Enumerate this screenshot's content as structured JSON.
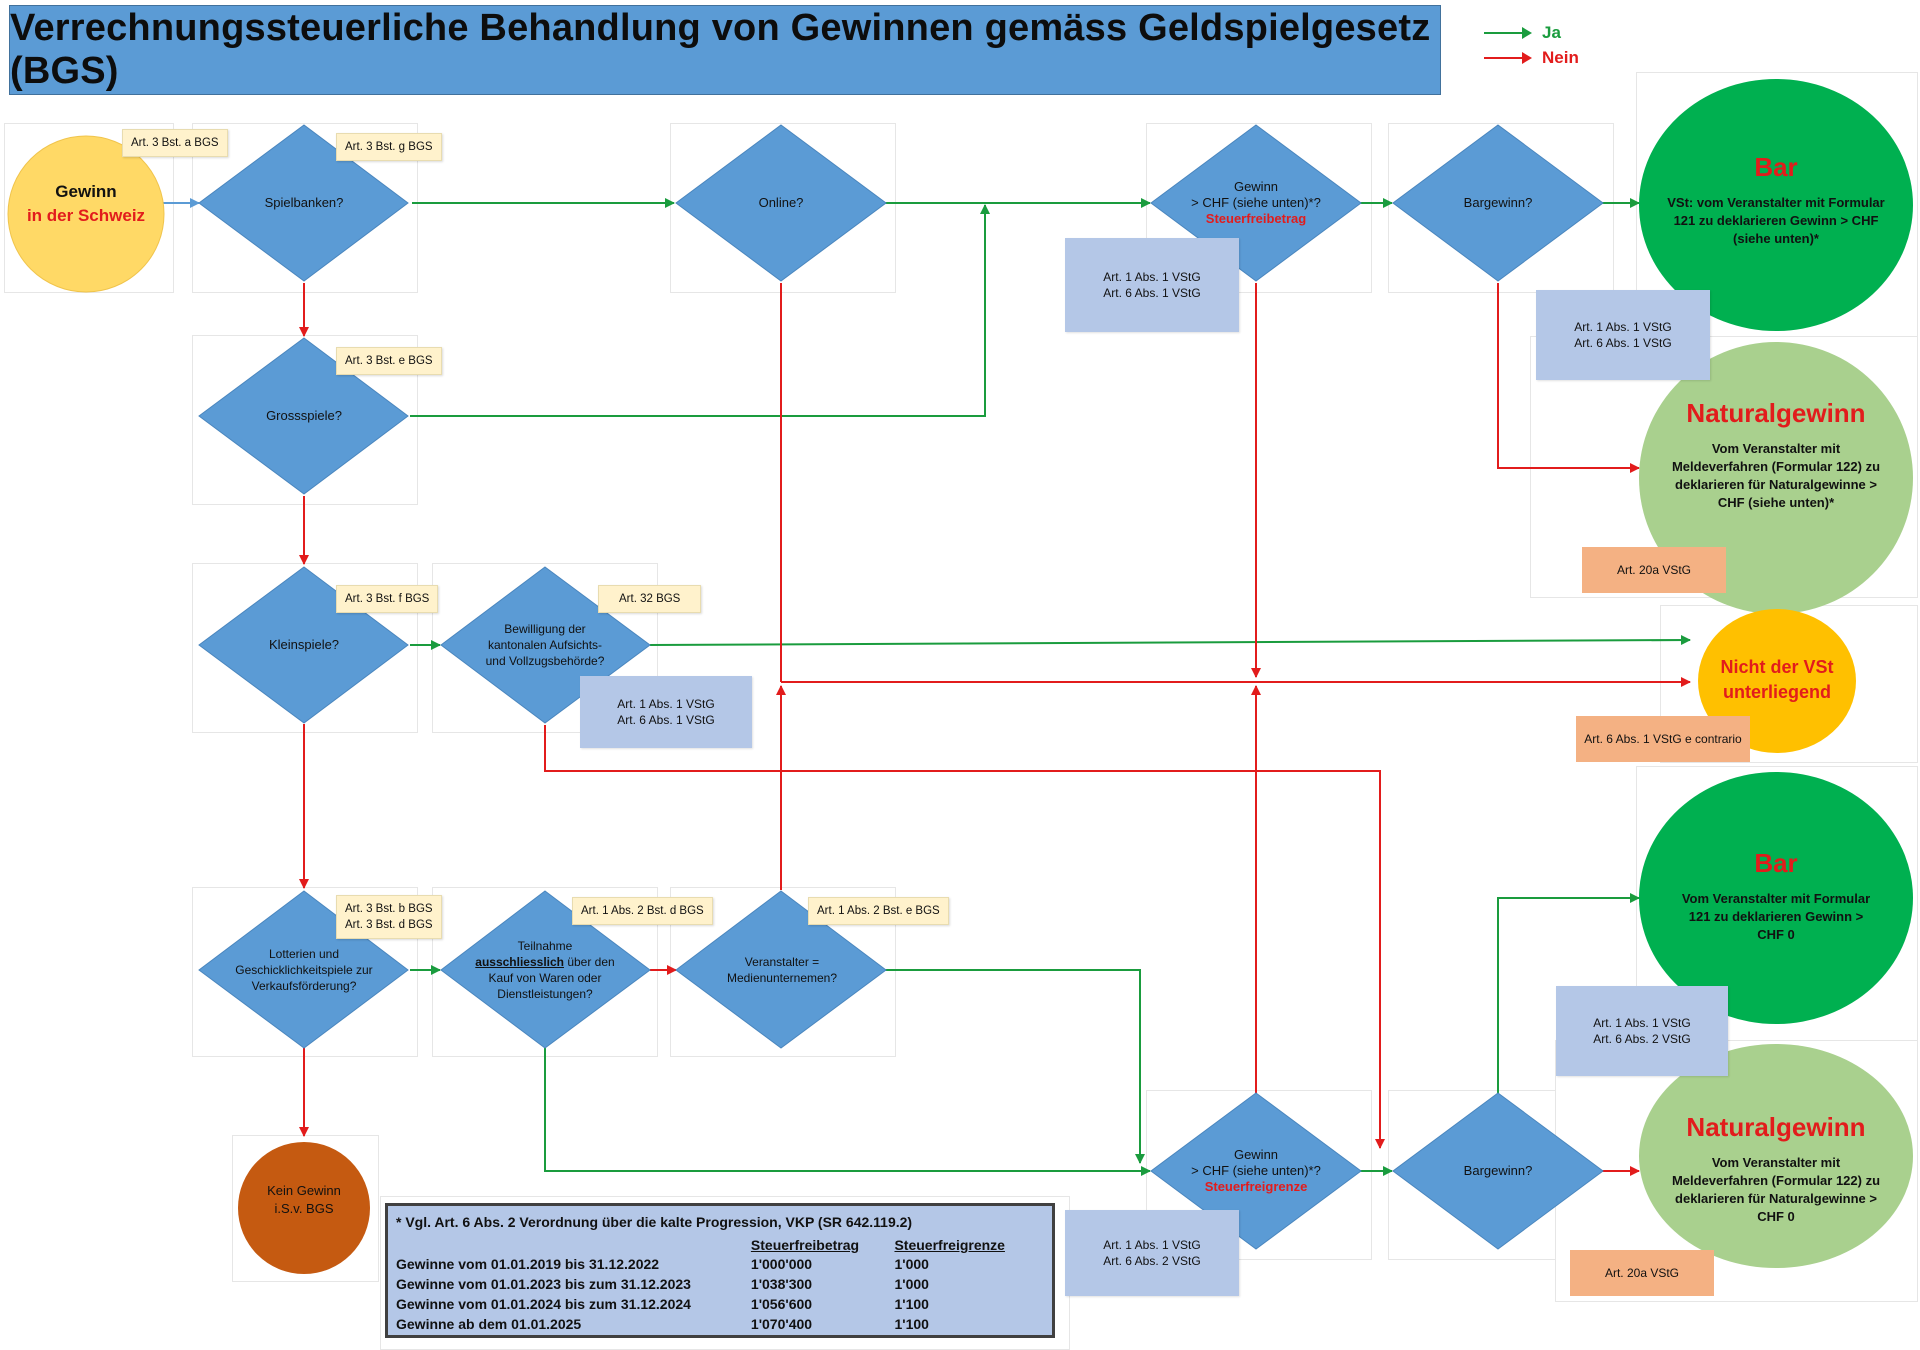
{
  "title": "Verrechnungssteuerliche Behandlung von Gewinnen gemäss Geldspielgesetz (BGS)",
  "legend": {
    "yes": {
      "label": "Ja",
      "color": "#1a9c3e"
    },
    "no": {
      "label": "Nein",
      "color": "#e21c1c"
    }
  },
  "start": {
    "line1": "Gewinn",
    "line2": "in der Schweiz",
    "tag": "Art. 3 Bst. a BGS"
  },
  "decisions": {
    "spielbanken": {
      "label": "Spielbanken?",
      "tag": "Art. 3 Bst. g BGS"
    },
    "online": {
      "label": "Online?"
    },
    "grossspiele": {
      "label": "Grossspiele?",
      "tag": "Art. 3 Bst. e BGS"
    },
    "kleinspiele": {
      "label": "Kleinspiele?",
      "tag": "Art. 3 Bst. f BGS"
    },
    "bewilligung": {
      "label": "Bewilligung der kantonalen Aufsichts- und Vollzugsbehörde?",
      "tag": "Art. 32 BGS"
    },
    "lotterien": {
      "label": "Lotterien und Geschicklichkeitspiele zur Verkaufsförderung?",
      "tag1": "Art. 3 Bst. b BGS",
      "tag2": "Art. 3 Bst. d BGS"
    },
    "teilnahme": {
      "pre": "Teilnahme ",
      "emph": "ausschliesslich",
      "post": " über den Kauf von Waren oder Dienstleistungen?",
      "tag": "Art. 1 Abs. 2 Bst. d BGS"
    },
    "medien": {
      "label": "Veranstalter = Medienunternemen?",
      "tag": "Art. 1 Abs. 2 Bst. e BGS"
    },
    "gewinn_top": {
      "line1": "Gewinn",
      "line2": "> CHF (siehe unten)*?",
      "line3": "Steuerfreibetrag"
    },
    "gewinn_bottom": {
      "line1": "Gewinn",
      "line2": "> CHF (siehe unten)*?",
      "line3": "Steuerfreigrenze"
    },
    "bargewinn_top": {
      "label": "Bargewinn?"
    },
    "bargewinn_bottom": {
      "label": "Bargewinn?"
    }
  },
  "refs": {
    "r1": {
      "l1": "Art. 1 Abs. 1 VStG",
      "l2": "Art. 6 Abs. 1 VStG"
    },
    "r2": {
      "l1": "Art. 1 Abs. 1 VStG",
      "l2": "Art. 6 Abs. 1 VStG"
    },
    "r3": {
      "l1": "Art. 1 Abs. 1 VStG",
      "l2": "Art. 6 Abs. 1 VStG"
    },
    "r4": {
      "l1": "Art. 1 Abs. 1 VStG",
      "l2": "Art. 6 Abs. 2 VStG"
    },
    "r5": {
      "l1": "Art. 1 Abs. 1 VStG",
      "l2": "Art. 6 Abs. 2 VStG"
    },
    "o1": "Art. 20a VStG",
    "o2": "Art. 6 Abs. 1 VStG e contrario",
    "o3": "Art. 20a VStG"
  },
  "outcomes": {
    "bar_top": {
      "head": "Bar",
      "body": "VSt: vom Veranstalter mit Formular 121 zu deklarieren Gewinn > CHF (siehe unten)*"
    },
    "natural_top": {
      "head": "Naturalgewinn",
      "body": "Vom Veranstalter mit Meldeverfahren (Formular 122) zu deklarieren für Naturalgewinne > CHF (siehe unten)*"
    },
    "nicht": {
      "line1": "Nicht der VSt",
      "line2": "unterliegend"
    },
    "bar_bottom": {
      "head": "Bar",
      "body": "Vom Veranstalter mit Formular 121 zu deklarieren Gewinn > CHF 0"
    },
    "natural_bottom": {
      "head": "Naturalgewinn",
      "body": "Vom Veranstalter mit Meldeverfahren (Formular 122) zu deklarieren für Naturalgewinne > CHF 0"
    },
    "kein": {
      "line1": "Kein Gewinn",
      "line2": "i.S.v. BGS"
    }
  },
  "note": {
    "heading": "* Vgl. Art. 6 Abs. 2 Verordnung über die kalte Progression, VKP (SR 642.119.2)",
    "col_freibetrag": "Steuerfreibetrag",
    "col_freigrenze": "Steuerfreigrenze",
    "rows": [
      {
        "period": "Gewinne vom 01.01.2019 bis 31.12.2022",
        "freibetrag": "1'000'000",
        "freigrenze": "1'000"
      },
      {
        "period": "Gewinne vom 01.01.2023 bis zum 31.12.2023",
        "freibetrag": "1'038'300",
        "freigrenze": "1'000"
      },
      {
        "period": "Gewinne vom 01.01.2024 bis zum 31.12.2024",
        "freibetrag": "1'056'600",
        "freigrenze": "1'100"
      },
      {
        "period": "Gewinne ab dem 01.01.2025",
        "freibetrag": "1'070'400",
        "freigrenze": "1'100"
      }
    ]
  },
  "colors": {
    "diamond": "#5b9bd5",
    "start_circle": "#ffd966",
    "bar_green": "#00b050",
    "natural_green": "#a9d08e",
    "nicht_yellow": "#ffc000",
    "kein_brown": "#c55a11",
    "tag_bg": "#fff2cc",
    "ref_blue": "#b4c7e7",
    "ref_orange": "#f4b183"
  }
}
